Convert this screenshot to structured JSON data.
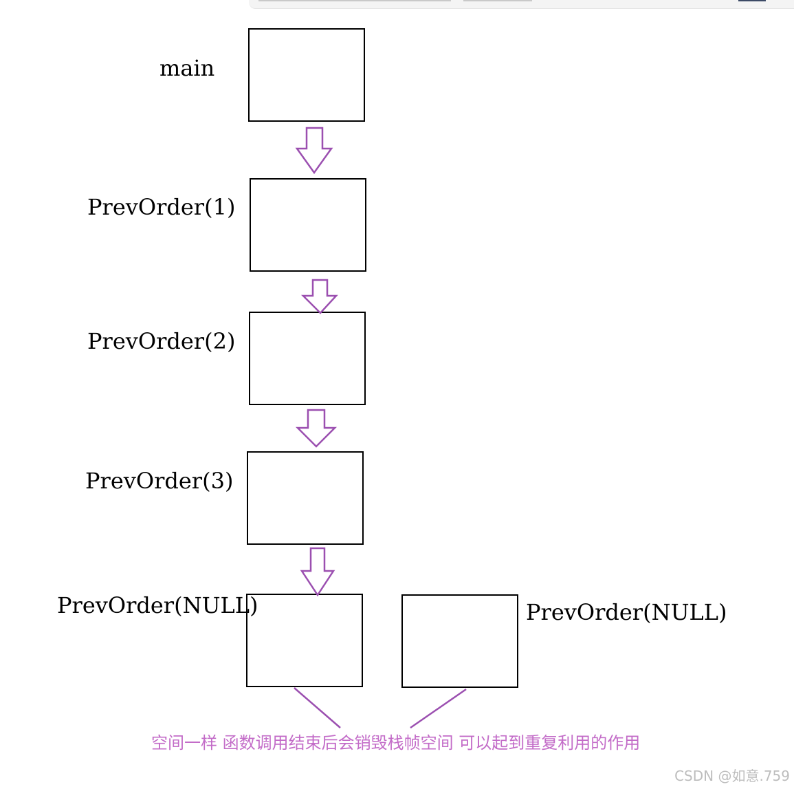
{
  "frames": [
    {
      "label": "main"
    },
    {
      "label": "PrevOrder(1)"
    },
    {
      "label": "PrevOrder(2)"
    },
    {
      "label": "PrevOrder(3)"
    },
    {
      "label": "PrevOrder(NULL)"
    },
    {
      "label": "PrevOrder(NULL)"
    }
  ],
  "note": "空间一样 函数调用结束后会销毁栈帧空间 可以起到重复利用的作用",
  "watermark": "CSDN @如意.759",
  "colors": {
    "arrow": "#9b4fb0",
    "note": "#c36cc8",
    "box_border": "#000000"
  }
}
